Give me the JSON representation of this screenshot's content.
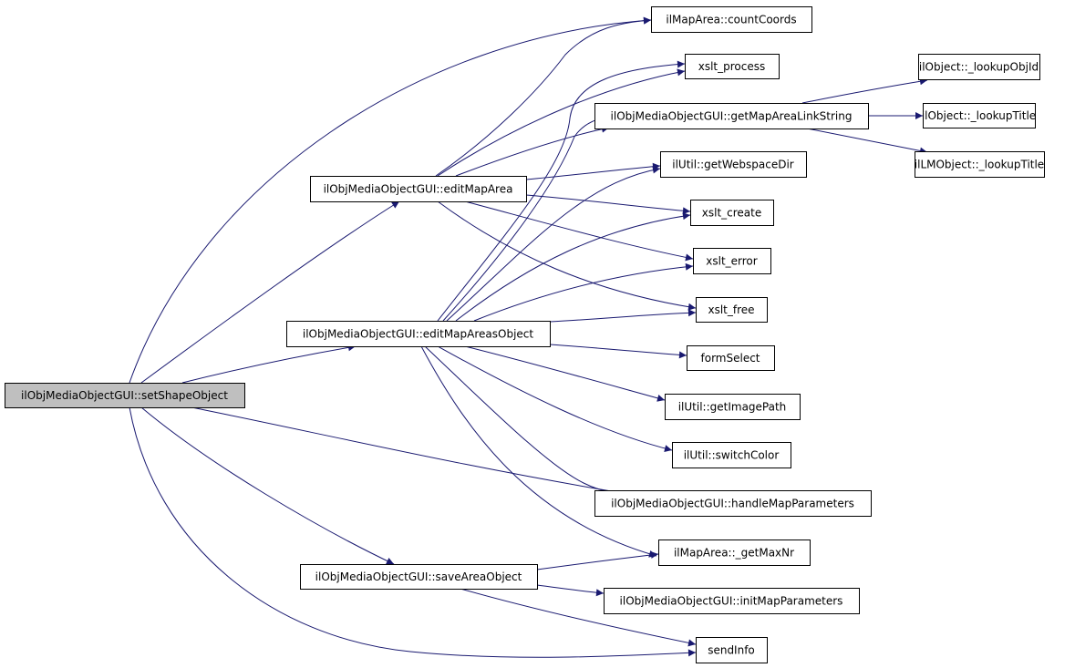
{
  "diagram": {
    "type": "call-graph",
    "edge_color": "#191970",
    "node_border_color": "#000000",
    "root_fill": "#bfbfbf",
    "node_fill": "#ffffff",
    "nodes": [
      {
        "id": "setShapeObject",
        "label": "ilObjMediaObjectGUI::setShapeObject",
        "root": true
      },
      {
        "id": "editMapArea",
        "label": "ilObjMediaObjectGUI::editMapArea"
      },
      {
        "id": "editMapAreasObject",
        "label": "ilObjMediaObjectGUI::editMapAreasObject"
      },
      {
        "id": "saveAreaObject",
        "label": "ilObjMediaObjectGUI::saveAreaObject"
      },
      {
        "id": "countCoords",
        "label": "ilMapArea::countCoords"
      },
      {
        "id": "xslt_process",
        "label": "xslt_process"
      },
      {
        "id": "getMapAreaLinkString",
        "label": "ilObjMediaObjectGUI::getMapAreaLinkString"
      },
      {
        "id": "getWebspaceDir",
        "label": "ilUtil::getWebspaceDir"
      },
      {
        "id": "xslt_create",
        "label": "xslt_create"
      },
      {
        "id": "xslt_error",
        "label": "xslt_error"
      },
      {
        "id": "xslt_free",
        "label": "xslt_free"
      },
      {
        "id": "formSelect",
        "label": "formSelect"
      },
      {
        "id": "getImagePath",
        "label": "ilUtil::getImagePath"
      },
      {
        "id": "switchColor",
        "label": "ilUtil::switchColor"
      },
      {
        "id": "handleMapParameters",
        "label": "ilObjMediaObjectGUI::handleMapParameters"
      },
      {
        "id": "getMaxNr",
        "label": "ilMapArea::_getMaxNr"
      },
      {
        "id": "initMapParameters",
        "label": "ilObjMediaObjectGUI::initMapParameters"
      },
      {
        "id": "sendInfo",
        "label": "sendInfo"
      },
      {
        "id": "lookupObjId",
        "label": "ilObject::_lookupObjId"
      },
      {
        "id": "lookupTitle",
        "label": "ilObject::_lookupTitle"
      },
      {
        "id": "lmLookupTitle",
        "label": "ilLMObject::_lookupTitle"
      }
    ],
    "edges": [
      [
        "setShapeObject",
        "countCoords"
      ],
      [
        "setShapeObject",
        "editMapArea"
      ],
      [
        "setShapeObject",
        "editMapAreasObject"
      ],
      [
        "setShapeObject",
        "handleMapParameters"
      ],
      [
        "setShapeObject",
        "saveAreaObject"
      ],
      [
        "setShapeObject",
        "sendInfo"
      ],
      [
        "editMapArea",
        "countCoords"
      ],
      [
        "editMapArea",
        "xslt_process"
      ],
      [
        "editMapArea",
        "getMapAreaLinkString"
      ],
      [
        "editMapArea",
        "getWebspaceDir"
      ],
      [
        "editMapArea",
        "xslt_create"
      ],
      [
        "editMapArea",
        "xslt_error"
      ],
      [
        "editMapArea",
        "xslt_free"
      ],
      [
        "editMapAreasObject",
        "xslt_process"
      ],
      [
        "editMapAreasObject",
        "getMapAreaLinkString"
      ],
      [
        "editMapAreasObject",
        "getWebspaceDir"
      ],
      [
        "editMapAreasObject",
        "xslt_create"
      ],
      [
        "editMapAreasObject",
        "xslt_error"
      ],
      [
        "editMapAreasObject",
        "xslt_free"
      ],
      [
        "editMapAreasObject",
        "formSelect"
      ],
      [
        "editMapAreasObject",
        "getImagePath"
      ],
      [
        "editMapAreasObject",
        "switchColor"
      ],
      [
        "editMapAreasObject",
        "handleMapParameters"
      ],
      [
        "editMapAreasObject",
        "getMaxNr"
      ],
      [
        "saveAreaObject",
        "getMaxNr"
      ],
      [
        "saveAreaObject",
        "initMapParameters"
      ],
      [
        "saveAreaObject",
        "sendInfo"
      ],
      [
        "getMapAreaLinkString",
        "lookupObjId"
      ],
      [
        "getMapAreaLinkString",
        "lookupTitle"
      ],
      [
        "getMapAreaLinkString",
        "lmLookupTitle"
      ]
    ]
  }
}
